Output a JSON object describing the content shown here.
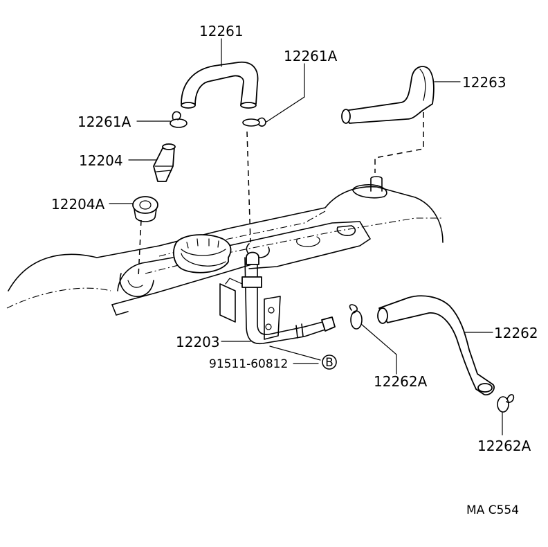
{
  "labels": {
    "hose_upper": "12261",
    "clip_upper_right": "12261A",
    "clip_upper_left": "12261A",
    "hose_right_upper": "12263",
    "pcv_valve": "12204",
    "grommet": "12204A",
    "pipe": "12203",
    "bolt": "91511-60812",
    "bolt_marker": "B",
    "hose_lower": "12262",
    "clip_lower_left": "12262A",
    "clip_lower_right": "12262A",
    "diagram_code": "MA C554"
  }
}
